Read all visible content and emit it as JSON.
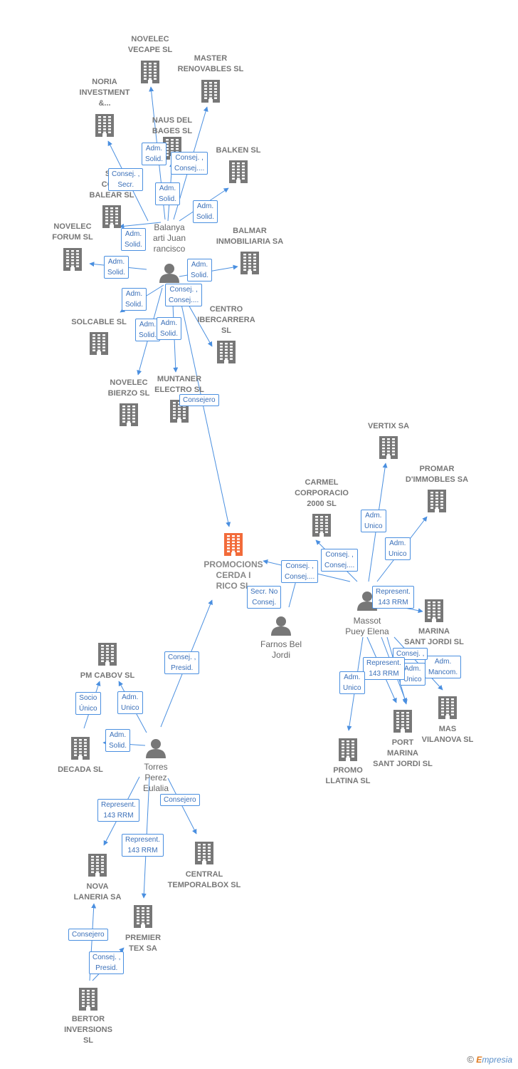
{
  "colors": {
    "edge": "#4a8fe0",
    "company_icon": "#777777",
    "focus_icon": "#f26b3a",
    "person_icon": "#777777"
  },
  "nodes": {
    "novelec_vecape": {
      "type": "company",
      "lines": [
        "NOVELEC",
        "VECAPE  SL"
      ]
    },
    "master_renovables": {
      "type": "company",
      "lines": [
        "MASTER",
        "RENOVABLES SL"
      ]
    },
    "noria_investment": {
      "type": "company",
      "lines": [
        "NORIA",
        "INVESTMENT",
        "&..."
      ]
    },
    "naus_del_bages": {
      "type": "company",
      "lines": [
        "NAUS DEL",
        "BAGES SL"
      ]
    },
    "balken": {
      "type": "company",
      "lines": [
        "BALKEN SL"
      ]
    },
    "sin_comi_balear": {
      "type": "company",
      "lines": [
        "SIN",
        "COMI",
        "BALEAR  SL"
      ]
    },
    "novelec_forum": {
      "type": "company",
      "lines": [
        "NOVELEC",
        "FORUM  SL"
      ]
    },
    "balmar": {
      "type": "company",
      "lines": [
        "BALMAR",
        "INMOBILIARIA SA"
      ]
    },
    "solcable": {
      "type": "company",
      "lines": [
        "SOLCABLE SL"
      ]
    },
    "centro_ibercarrera": {
      "type": "company",
      "lines": [
        "CENTRO",
        "IBERCARRERA",
        "SL"
      ]
    },
    "novelec_bierzo": {
      "type": "company",
      "lines": [
        "NOVELEC",
        "BIERZO  SL"
      ]
    },
    "muntaner_electro": {
      "type": "company",
      "lines": [
        "MUNTANER",
        "ELECTRO SL"
      ]
    },
    "balanya": {
      "type": "person",
      "lines": [
        "Balanya",
        "arti Juan",
        "rancisco"
      ]
    },
    "promocions": {
      "type": "focus",
      "lines": [
        "PROMOCIONS",
        "CERDA I",
        "RICO  SL"
      ]
    },
    "vertix": {
      "type": "company",
      "lines": [
        "VERTIX SA"
      ]
    },
    "promar": {
      "type": "company",
      "lines": [
        "PROMAR",
        "D'IMMOBLES SA"
      ]
    },
    "carmel": {
      "type": "company",
      "lines": [
        "CARMEL",
        "CORPORACIO",
        "2000 SL"
      ]
    },
    "farnos": {
      "type": "person",
      "lines": [
        "Farnos Bel",
        "Jordi"
      ]
    },
    "massot": {
      "type": "person",
      "lines": [
        "Massot",
        "Puey Elena"
      ]
    },
    "marina_sant_jordi": {
      "type": "company",
      "lines": [
        "MARINA",
        "SANT JORDI SL"
      ]
    },
    "mas_vilanova": {
      "type": "company",
      "lines": [
        "MAS",
        "VILANOVA SL"
      ]
    },
    "port_marina": {
      "type": "company",
      "lines": [
        "PORT",
        "MARINA",
        "SANT JORDI SL"
      ]
    },
    "promo_llatina": {
      "type": "company",
      "lines": [
        "PROMO",
        "LLATINA SL"
      ]
    },
    "pm_cabov": {
      "type": "company",
      "lines": [
        "PM CABOV SL"
      ]
    },
    "decada": {
      "type": "company",
      "lines": [
        "DECADA SL"
      ]
    },
    "torres": {
      "type": "person",
      "lines": [
        "Torres",
        "Perez",
        "Eulalia"
      ]
    },
    "central_temporalbox": {
      "type": "company",
      "lines": [
        "CENTRAL",
        "TEMPORALBOX SL"
      ]
    },
    "nova_laneria": {
      "type": "company",
      "lines": [
        "NOVA",
        "LANERIA SA"
      ]
    },
    "premier_tex": {
      "type": "company",
      "lines": [
        "PREMIER",
        "TEX SA"
      ]
    },
    "bertor": {
      "type": "company",
      "lines": [
        "BERTOR",
        "INVERSIONS",
        "SL"
      ]
    }
  },
  "edges": [
    {
      "from": "balanya",
      "to": "novelec_vecape",
      "lines": [
        "Adm.",
        "Solid."
      ]
    },
    {
      "from": "balanya",
      "to": "master_renovables",
      "lines": [
        "Consej. ,",
        "Consej...."
      ]
    },
    {
      "from": "balanya",
      "to": "noria_investment",
      "lines": [
        "Consej. ,",
        "Secr."
      ]
    },
    {
      "from": "balanya",
      "to": "naus_del_bages",
      "lines": [
        "Adm.",
        "Solid."
      ]
    },
    {
      "from": "balanya",
      "to": "balken",
      "lines": [
        "Adm.",
        "Solid."
      ]
    },
    {
      "from": "balanya",
      "to": "sin_comi_balear",
      "lines": [
        "Adm.",
        "Solid."
      ]
    },
    {
      "from": "balanya",
      "to": "novelec_forum",
      "lines": [
        "Adm.",
        "Solid."
      ]
    },
    {
      "from": "balanya",
      "to": "balmar",
      "lines": [
        "Adm.",
        "Solid."
      ]
    },
    {
      "from": "balanya",
      "to": "solcable",
      "lines": [
        "Adm.",
        "Solid."
      ]
    },
    {
      "from": "balanya",
      "to": "centro_ibercarrera",
      "lines": [
        "Consej. ,",
        "Consej...."
      ]
    },
    {
      "from": "balanya",
      "to": "novelec_bierzo",
      "lines": [
        "Adm.",
        "Solid."
      ]
    },
    {
      "from": "balanya",
      "to": "muntaner_electro",
      "lines": [
        "Adm.",
        "Solid."
      ]
    },
    {
      "from": "balanya",
      "to": "promocions",
      "lines": [
        "Consejero"
      ]
    },
    {
      "from": "massot",
      "to": "promocions",
      "lines": [
        "Consej. ,",
        "Consej...."
      ]
    },
    {
      "from": "massot",
      "to": "carmel",
      "lines": [
        "Consej. ,",
        "Consej...."
      ]
    },
    {
      "from": "massot",
      "to": "vertix",
      "lines": [
        "Adm.",
        "Unico"
      ]
    },
    {
      "from": "massot",
      "to": "promar",
      "lines": [
        "Adm.",
        "Unico"
      ]
    },
    {
      "from": "massot",
      "to": "marina_sant_jordi",
      "lines": [
        "Represent.",
        "143 RRM"
      ]
    },
    {
      "from": "massot",
      "to": "mas_vilanova",
      "lines": [
        "Adm.",
        "Mancom."
      ]
    },
    {
      "from": "massot",
      "to": "port_marina",
      "lines": [
        "Consej. ,"
      ]
    },
    {
      "from": "massot",
      "to": "port_marina",
      "lines": [
        "Adm.",
        "Unico"
      ]
    },
    {
      "from": "massot",
      "to": "port_marina",
      "lines": [
        "Represent.",
        "143 RRM"
      ]
    },
    {
      "from": "massot",
      "to": "promo_llatina",
      "lines": [
        "Adm.",
        "Unico"
      ]
    },
    {
      "from": "farnos",
      "to": "promocions",
      "lines": [
        "Secr.  No",
        "Consej."
      ]
    },
    {
      "from": "torres",
      "to": "promocions",
      "lines": [
        "Consej. ,",
        "Presid."
      ]
    },
    {
      "from": "torres",
      "to": "pm_cabov",
      "lines": [
        "Adm.",
        "Unico"
      ]
    },
    {
      "from": "torres",
      "to": "decada",
      "lines": [
        "Adm.",
        "Solid."
      ]
    },
    {
      "from": "decada",
      "to": "pm_cabov",
      "lines": [
        "Socio",
        "Único"
      ]
    },
    {
      "from": "torres",
      "to": "central_temporalbox",
      "lines": [
        "Consejero"
      ]
    },
    {
      "from": "torres",
      "to": "nova_laneria",
      "lines": [
        "Represent.",
        "143 RRM"
      ]
    },
    {
      "from": "torres",
      "to": "premier_tex",
      "lines": [
        "Represent.",
        "143 RRM"
      ]
    },
    {
      "from": "bertor",
      "to": "nova_laneria",
      "lines": [
        "Consejero"
      ]
    },
    {
      "from": "bertor",
      "to": "premier_tex",
      "lines": [
        "Consej. ,",
        "Presid."
      ]
    }
  ],
  "footer": {
    "copyright": "©",
    "brand_first": "E",
    "brand_rest": "mpresia"
  }
}
